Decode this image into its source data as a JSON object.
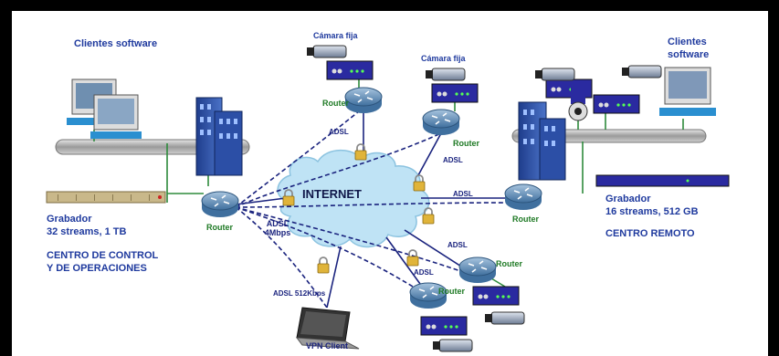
{
  "labels": {
    "clientes_left": "Clientes software",
    "clientes_right_1": "Clientes",
    "clientes_right_2": "software",
    "camara_fija_1": "Cámara fija",
    "camara_fija_2": "Cámara fija",
    "router_top1": "Router",
    "router_top2": "Router",
    "router_left": "Router",
    "router_right": "Router",
    "router_bot1": "Router",
    "router_bot2": "Router",
    "adsl_1": "ADSL",
    "adsl_2": "ADSL",
    "adsl_3": "ADSL",
    "adsl_4": "ADSL",
    "adsl_5": "ADSL",
    "adsl_4mbps_1": "ADSL",
    "adsl_4mbps_2": "4Mbps",
    "adsl_512": "ADSL 512Kbps",
    "internet": "INTERNET",
    "grabador_left_1": "Grabador",
    "grabador_left_2": "32 streams, 1 TB",
    "centro_control_1": "CENTRO DE CONTROL",
    "centro_control_2": "Y DE OPERACIONES",
    "grabador_right_1": "Grabador",
    "grabador_right_2": "16 streams, 512 GB",
    "centro_remoto": "CENTRO REMOTO",
    "vpn_client": "VPN Client"
  },
  "colors": {
    "label_blue": "#1f3a9e",
    "label_green": "#1f7a25",
    "link_blue": "#1a237e",
    "cloud": "#bfe3f5",
    "device_blue": "#2a2aa0"
  }
}
